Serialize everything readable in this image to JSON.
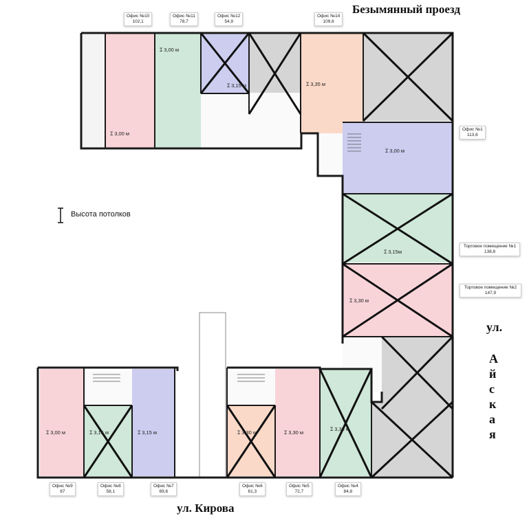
{
  "streets": {
    "north": "Безымянный проезд",
    "south": "ул. Кирова",
    "east_prefix": "ул.",
    "east_letters": [
      "А",
      "й",
      "с",
      "к",
      "а",
      "я"
    ]
  },
  "legend": {
    "label": "Высота потолков"
  },
  "rooms": [
    {
      "id": "office10",
      "name": "Офис №10",
      "area": "102,1",
      "ceiling": "3,00 м",
      "color": "#f8d4d8",
      "crossed": false
    },
    {
      "id": "office11",
      "name": "Офис №11",
      "area": "78,7",
      "ceiling": "3,00 м",
      "color": "#cfe8d9",
      "crossed": false
    },
    {
      "id": "office12",
      "name": "Офис №12",
      "area": "54,9",
      "ceiling": "3,15 м",
      "color": "#cccdef",
      "crossed": true
    },
    {
      "id": "office14",
      "name": "Офис №14",
      "area": "109,6",
      "ceiling": "3,35 м",
      "color": "#fbd9c8",
      "crossed": false
    },
    {
      "id": "office1",
      "name": "Офис №1",
      "area": "113,6",
      "ceiling": "3,00 м",
      "color": "#cccdef",
      "crossed": false
    },
    {
      "id": "shop1",
      "name": "Торговое помещение №1",
      "area": "138,8",
      "ceiling": "3,15м",
      "color": "#cfe8d9",
      "crossed": true
    },
    {
      "id": "shop2",
      "name": "Торговое помещение №2",
      "area": "147,9",
      "ceiling": "3,30 м",
      "color": "#f8d4d8",
      "crossed": true
    },
    {
      "id": "office9",
      "name": "Офис №9",
      "area": "87",
      "ceiling": "3,00 м",
      "color": "#f8d4d8",
      "crossed": false
    },
    {
      "id": "office8",
      "name": "Офис №8",
      "area": "58,1",
      "ceiling": "3,15 м",
      "color": "#cfe8d9",
      "crossed": true
    },
    {
      "id": "office7",
      "name": "Офис №7",
      "area": "69,6",
      "ceiling": "3,15 м",
      "color": "#cccdef",
      "crossed": false
    },
    {
      "id": "office6",
      "name": "Офис №6",
      "area": "61,3",
      "ceiling": "3,30 м",
      "color": "#fbd9c8",
      "crossed": true
    },
    {
      "id": "office5",
      "name": "Офис №5",
      "area": "72,7",
      "ceiling": "3,30 м",
      "color": "#f8d4d8",
      "crossed": false
    },
    {
      "id": "office4",
      "name": "Офис №4",
      "area": "84,8",
      "ceiling": "3,30 м",
      "color": "#cfe8d9",
      "crossed": true
    }
  ]
}
